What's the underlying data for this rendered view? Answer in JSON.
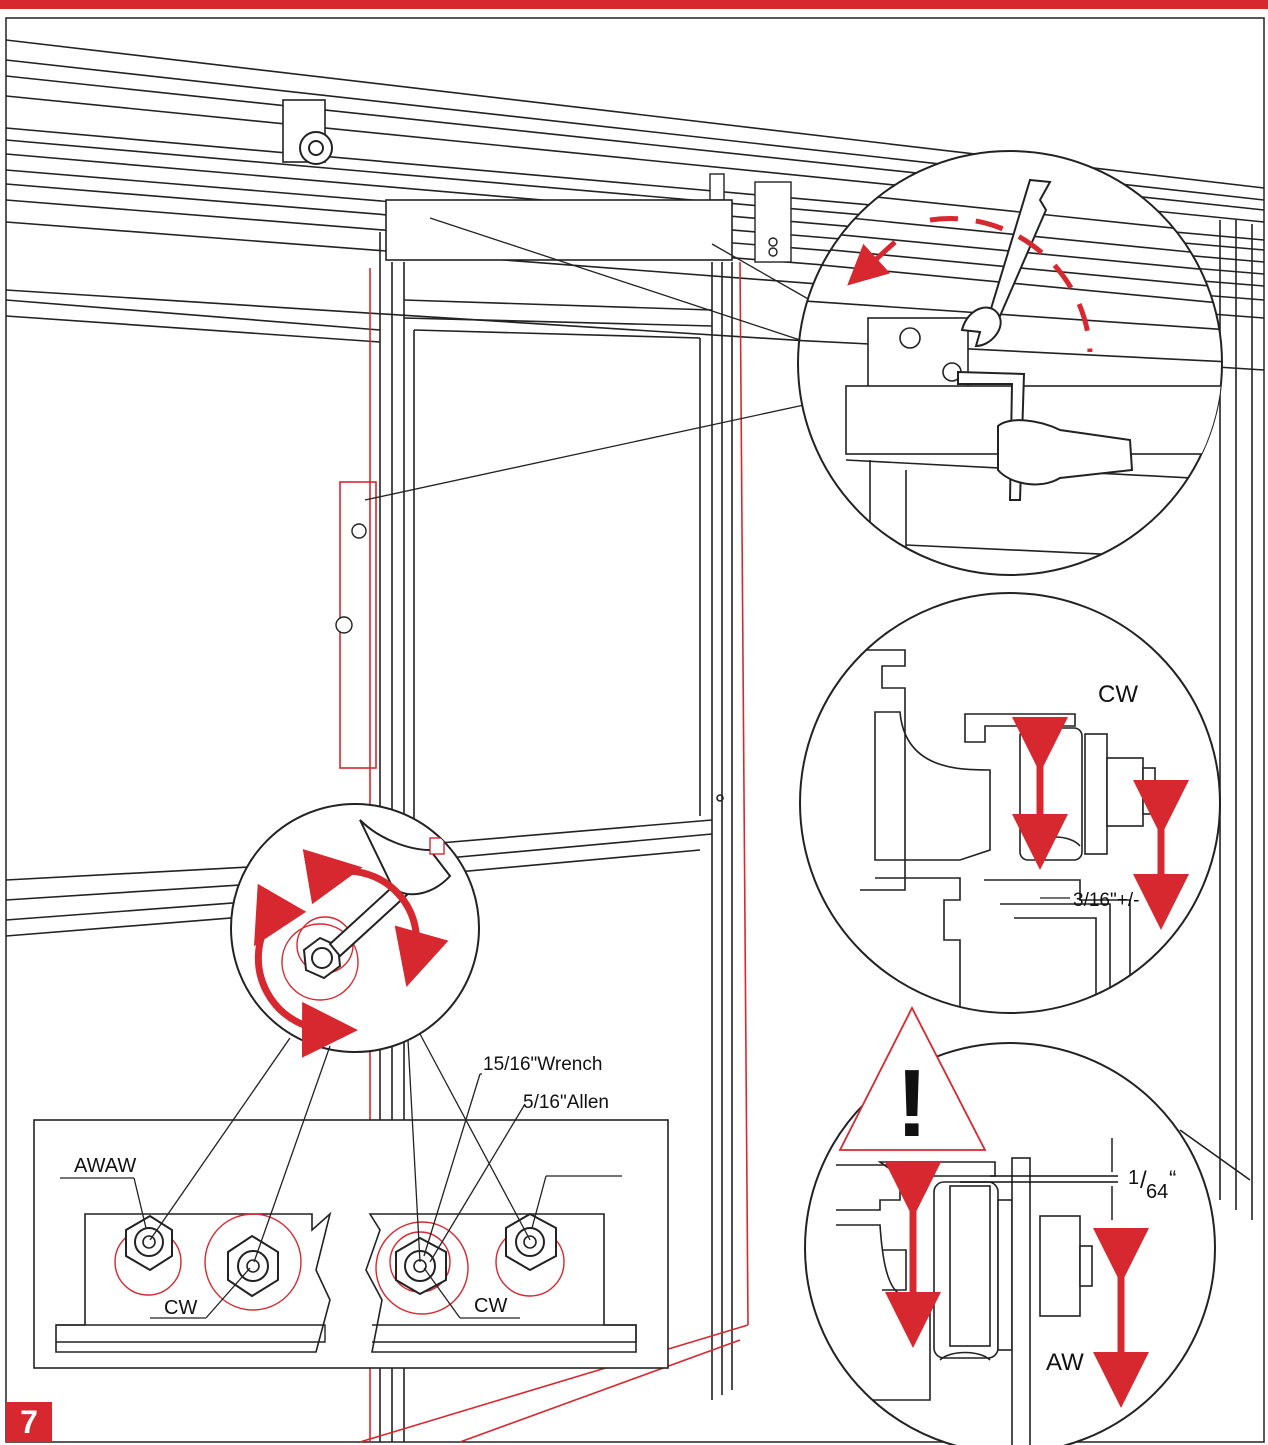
{
  "labels": {
    "wrench_size": "15/16\"Wrench",
    "allen_size": "5/16\"Allen",
    "awaw": "AWAW",
    "cw_left": "CW",
    "cw_right": "CW",
    "cw_detail": "CW",
    "gap_316": "3/16\"+/-",
    "gap_164_num": "1",
    "gap_164_slash": "/",
    "gap_164_den": "64",
    "gap_164_mark": "“",
    "aw_detail": "AW",
    "warning_mark": "!"
  },
  "step": {
    "number": "7"
  },
  "colors": {
    "accent": "#d7282f",
    "line": "#1a1a1a",
    "background": "#ffffff"
  },
  "icons": [
    "warning-icon",
    "wrench-icon",
    "allen-key-icon",
    "rotation-arrow-icon",
    "hand-icon"
  ]
}
